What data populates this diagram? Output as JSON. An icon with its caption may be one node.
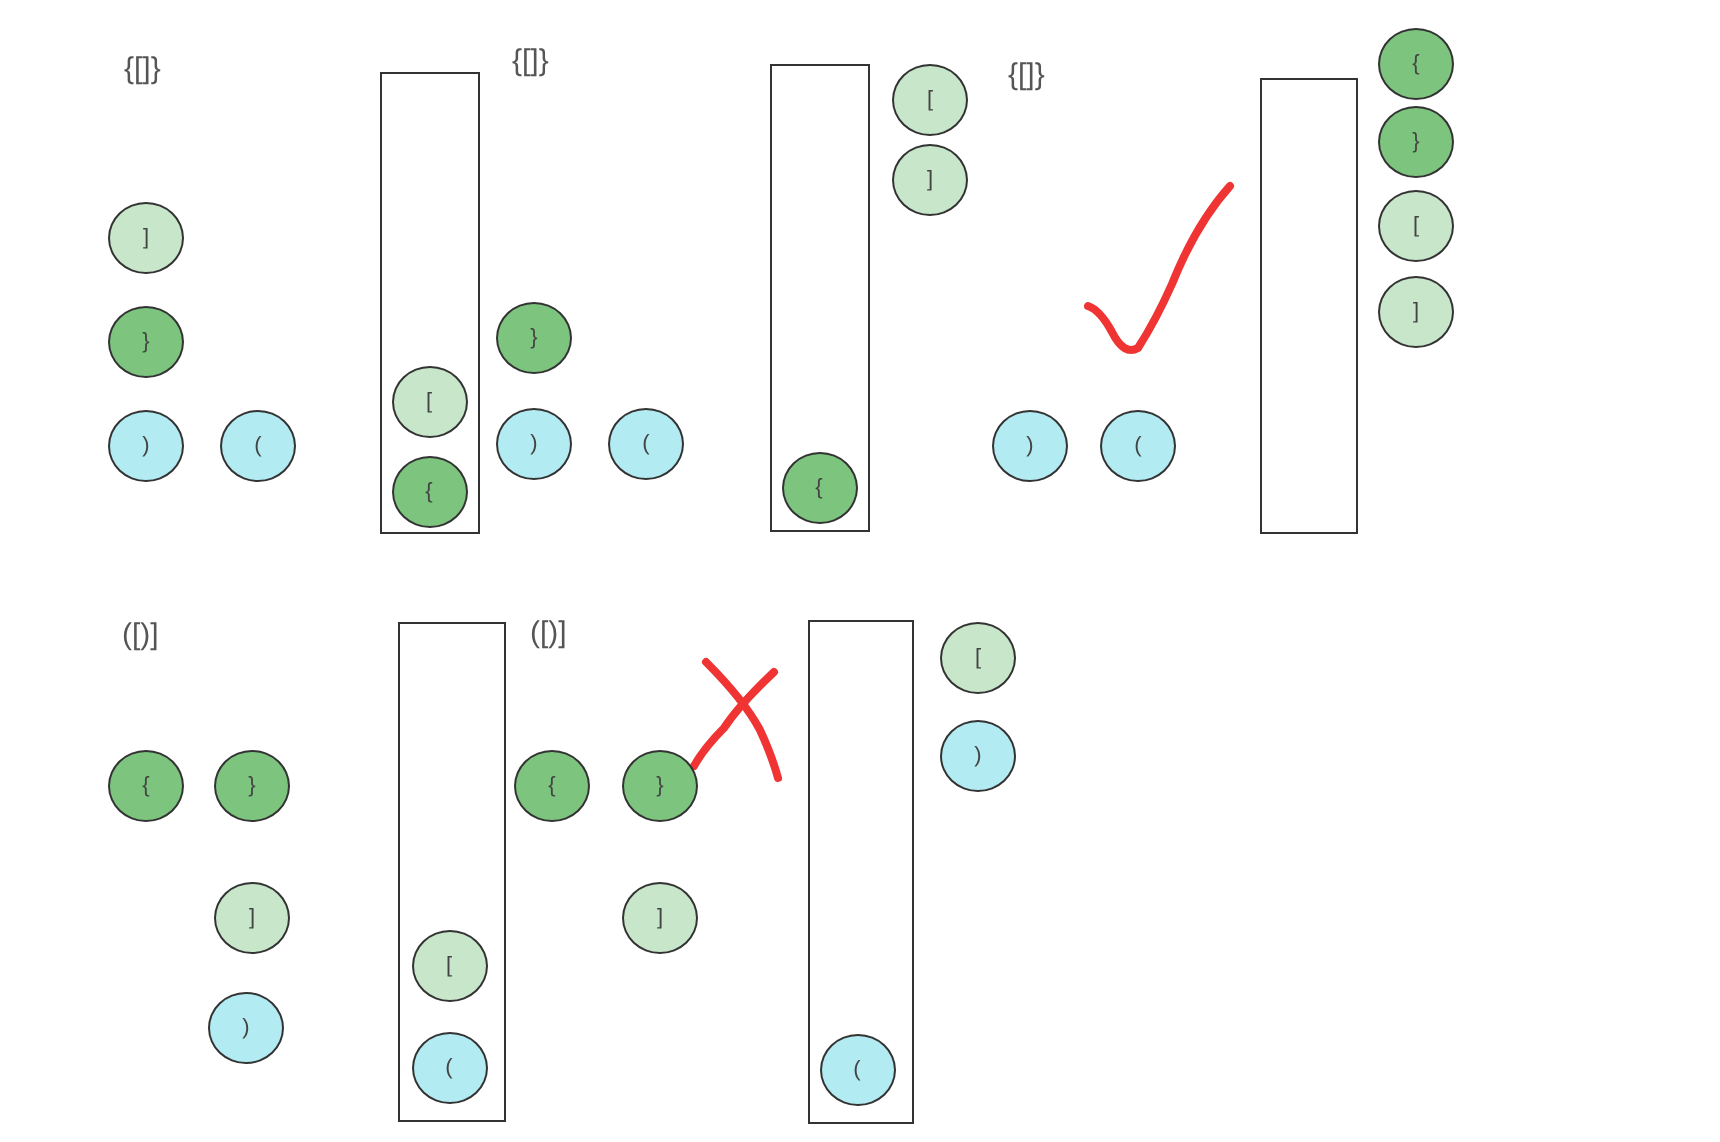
{
  "diagram": {
    "nodes": [
      {
        "text": [
          "]"
        ]
      },
      {
        "text": [
          "}"
        ]
      },
      {
        "text": [
          ")"
        ]
      },
      {
        "text": [
          "("
        ]
      },
      {
        "text": [],
        "shape": "box"
      },
      {
        "text": [
          "["
        ],
        "in": 4
      },
      {
        "text": [
          "{"
        ],
        "in": 4
      },
      {
        "text": [
          "}"
        ]
      },
      {
        "text": [
          ")"
        ]
      },
      {
        "text": [
          "("
        ]
      },
      {
        "text": [],
        "shape": "box"
      },
      {
        "text": [
          "{"
        ],
        "in": 10
      },
      {
        "text": [
          "["
        ]
      },
      {
        "text": [
          "]"
        ]
      },
      {
        "text": [
          ")"
        ]
      },
      {
        "text": [
          "("
        ]
      },
      {
        "text": [],
        "shape": "box"
      },
      {
        "text": [
          "{"
        ]
      },
      {
        "text": [
          "}"
        ]
      },
      {
        "text": [
          "["
        ]
      },
      {
        "text": [
          "]"
        ]
      },
      {
        "text": [
          "{"
        ]
      },
      {
        "text": [
          "}"
        ]
      },
      {
        "text": [
          "]"
        ]
      },
      {
        "text": [
          ")"
        ]
      },
      {
        "text": [],
        "shape": "box"
      },
      {
        "text": [
          "["
        ],
        "in": 25
      },
      {
        "text": [
          "("
        ],
        "in": 25
      },
      {
        "text": [
          "{"
        ]
      },
      {
        "text": [
          "}"
        ]
      },
      {
        "text": [
          "]"
        ]
      },
      {
        "text": [],
        "shape": "box"
      },
      {
        "text": [
          "("
        ],
        "in": 31
      },
      {
        "text": [
          "["
        ]
      },
      {
        "text": [
          ")"
        ]
      }
    ],
    "labels": [
      "{[]}",
      "{[]}",
      "{[]}",
      "([)]",
      "([)]"
    ]
  }
}
